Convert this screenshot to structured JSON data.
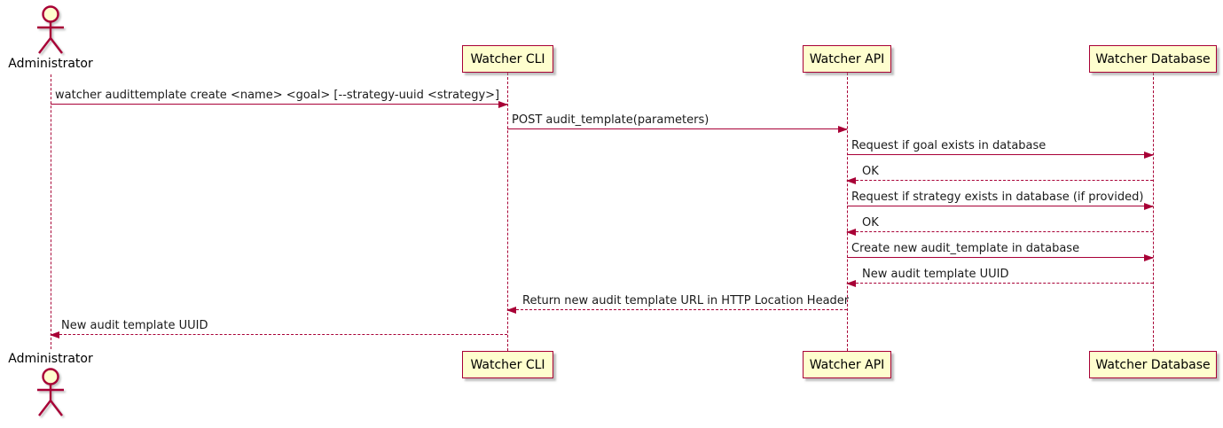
{
  "diagram": {
    "type": "sequence",
    "tool_style": "plantuml",
    "colors": {
      "accent": "#A80036",
      "participant_fill": "#FEFECE",
      "background": "#FFFFFF",
      "text": "#000000"
    },
    "actors": [
      {
        "id": "administrator",
        "label": "Administrator",
        "kind": "actor"
      },
      {
        "id": "watcher-cli",
        "label": "Watcher CLI",
        "kind": "participant"
      },
      {
        "id": "watcher-api",
        "label": "Watcher API",
        "kind": "participant"
      },
      {
        "id": "watcher-database",
        "label": "Watcher Database",
        "kind": "participant"
      }
    ],
    "messages": [
      {
        "from": "administrator",
        "to": "watcher-cli",
        "style": "solid",
        "label": "watcher audittemplate create <name> <goal> [--strategy-uuid <strategy>]"
      },
      {
        "from": "watcher-cli",
        "to": "watcher-api",
        "style": "solid",
        "label": "POST audit_template(parameters)"
      },
      {
        "from": "watcher-api",
        "to": "watcher-database",
        "style": "solid",
        "label": "Request if goal exists in database"
      },
      {
        "from": "watcher-database",
        "to": "watcher-api",
        "style": "dashed",
        "label": "OK"
      },
      {
        "from": "watcher-api",
        "to": "watcher-database",
        "style": "solid",
        "label": "Request if strategy exists in database (if provided)"
      },
      {
        "from": "watcher-database",
        "to": "watcher-api",
        "style": "dashed",
        "label": "OK"
      },
      {
        "from": "watcher-api",
        "to": "watcher-database",
        "style": "solid",
        "label": "Create new audit_template in database"
      },
      {
        "from": "watcher-database",
        "to": "watcher-api",
        "style": "dashed",
        "label": "New audit template UUID"
      },
      {
        "from": "watcher-api",
        "to": "watcher-cli",
        "style": "dashed",
        "label": "Return new audit template URL in HTTP Location Header"
      },
      {
        "from": "watcher-cli",
        "to": "administrator",
        "style": "dashed",
        "label": "New audit template UUID"
      }
    ]
  }
}
